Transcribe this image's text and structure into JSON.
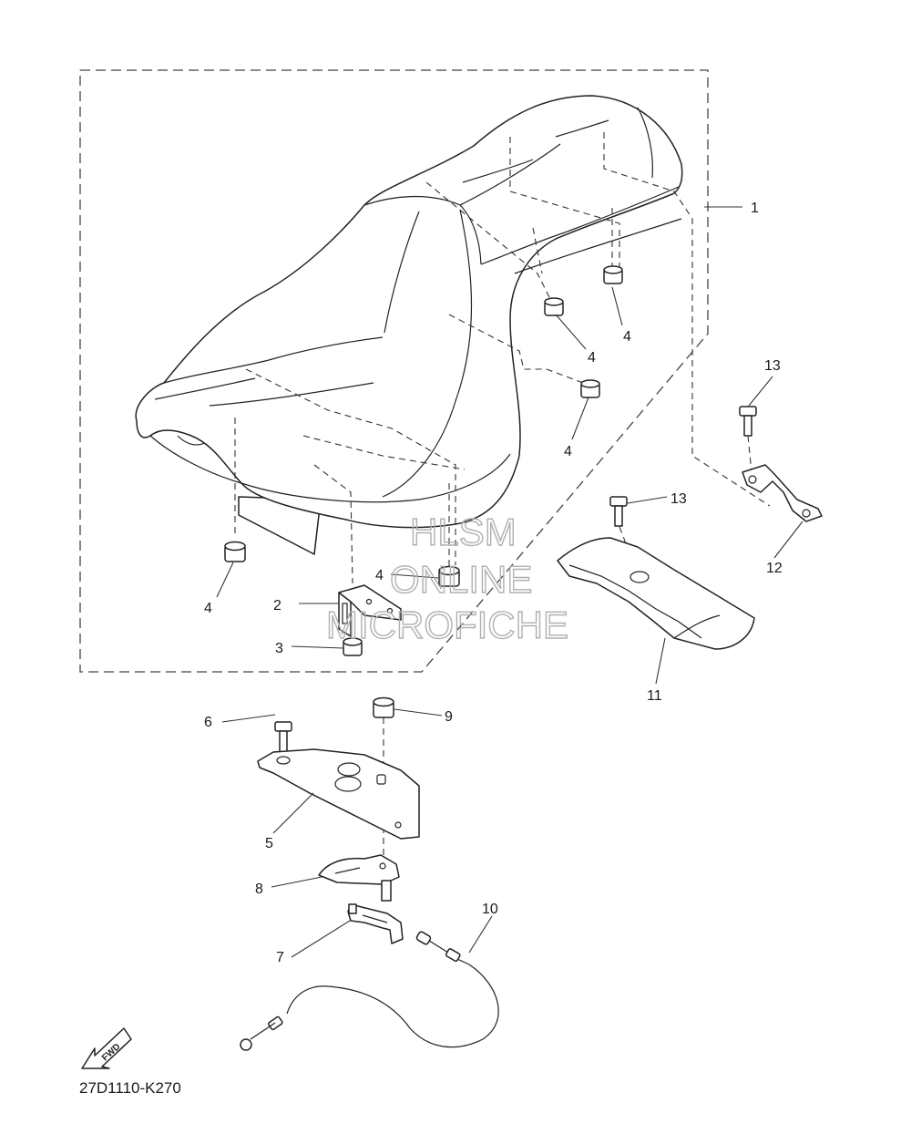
{
  "diagram": {
    "drawing_code": "27D1110-K270",
    "watermark": {
      "line1": "HLSM",
      "line2": "ONLINE",
      "line3": "MICROFICHE"
    },
    "fwd_label": "FWD",
    "callouts": {
      "c1": "1",
      "c2": "2",
      "c3": "3",
      "c4a": "4",
      "c4b": "4",
      "c4c": "4",
      "c4d": "4",
      "c4e": "4",
      "c5": "5",
      "c6": "6",
      "c7": "7",
      "c8": "8",
      "c9": "9",
      "c10": "10",
      "c11": "11",
      "c12": "12",
      "c13a": "13",
      "c13b": "13"
    }
  }
}
